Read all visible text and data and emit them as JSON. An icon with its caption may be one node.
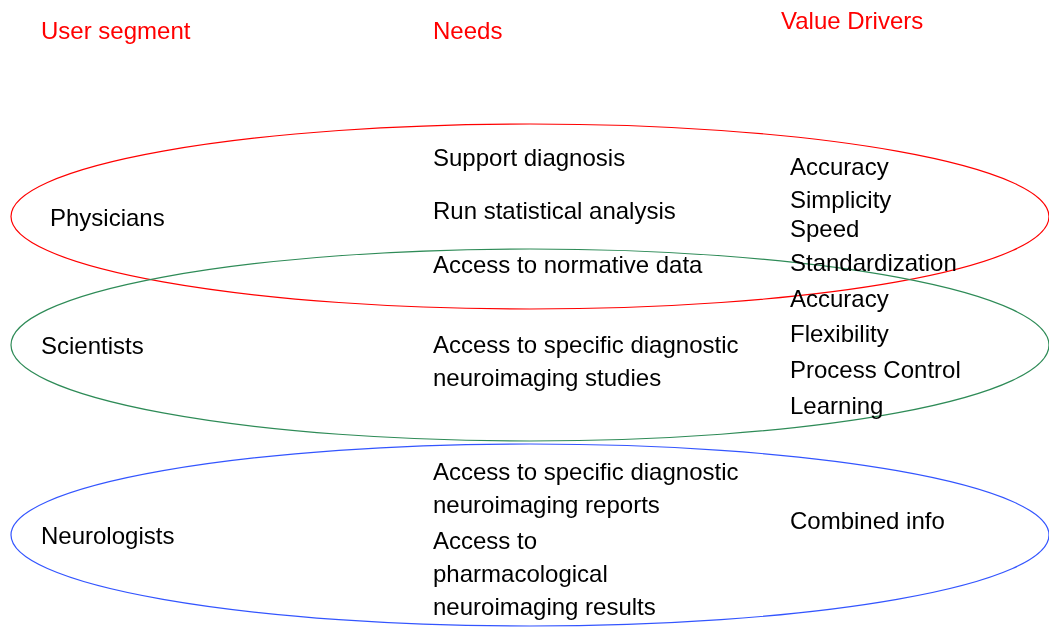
{
  "diagram": {
    "nodes": [
      {
        "text": [
          "Physicians"
        ]
      },
      {
        "text": [
          "Scientists"
        ]
      },
      {
        "text": [
          "Neurologists"
        ]
      }
    ],
    "labels": [
      "User segment",
      "Needs",
      "Value Drivers",
      "Support diagnosis",
      "Run statistical analysis",
      "Access to normative data",
      "Access to specific diagnostic neuroimaging studies",
      "Access to specific diagnostic neuroimaging reports",
      "Access to pharmacological neuroimaging results",
      "Accuracy",
      "Simplicity",
      "Speed",
      "Standardization",
      "Accuracy",
      "Flexibility",
      "Process Control",
      "Learning",
      "Combined info"
    ]
  }
}
